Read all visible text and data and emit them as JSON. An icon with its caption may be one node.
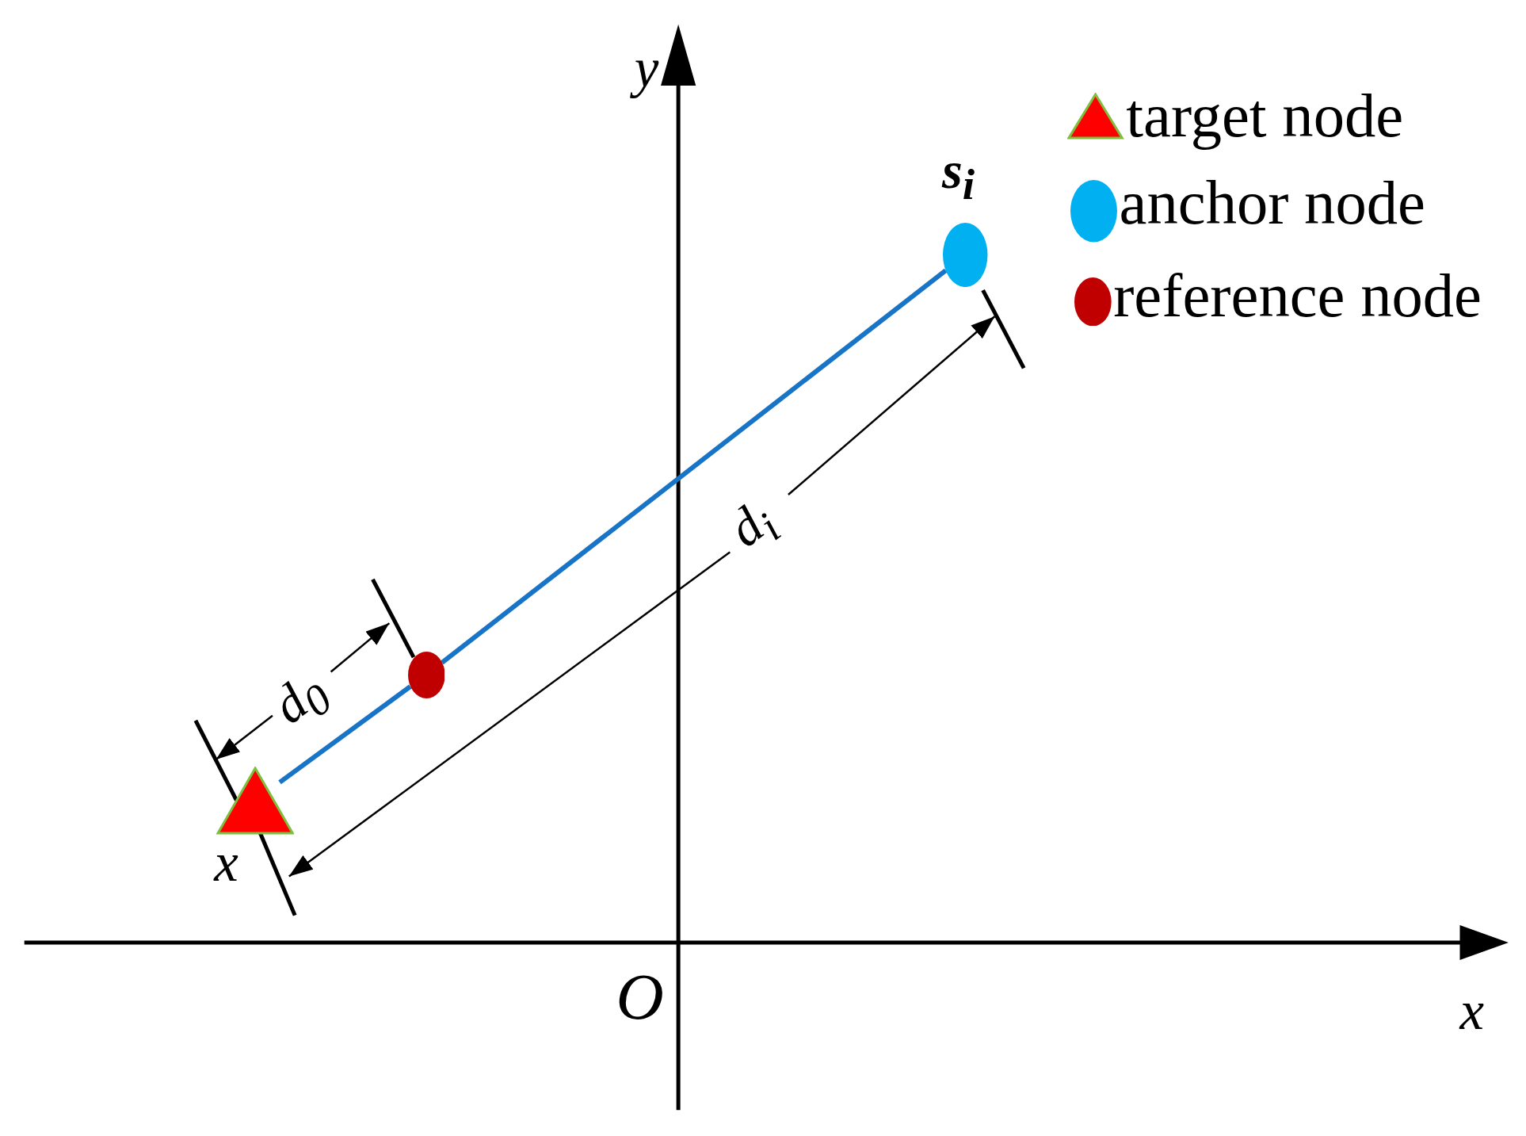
{
  "diagram": {
    "nodes": [
      {
        "text": [],
        "shape": "circle",
        "beside": [
          "s$_{i}$"
        ]
      },
      {
        "text": [],
        "shape": "circle"
      },
      {
        "text": [],
        "shape": "triangle",
        "beside": [
          "x"
        ]
      }
    ],
    "edges": [
      {
        "from": 2,
        "to": 1,
        "arrow": "none"
      },
      {
        "from": 1,
        "to": 0,
        "arrow": "none"
      }
    ],
    "labels": [
      "y",
      "d$_{i}$",
      "d$_{0}$",
      "O",
      "x"
    ],
    "legend": [
      {
        "text": "target node",
        "color": "#ff0000"
      },
      {
        "text": "anchor node",
        "color": "#00b0f0"
      },
      {
        "text": "reference node",
        "color": "#c00000"
      }
    ]
  }
}
